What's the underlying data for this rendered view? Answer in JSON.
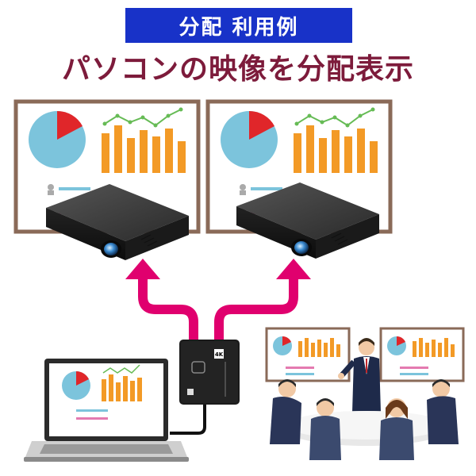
{
  "badge": {
    "label": "分配 利用例"
  },
  "headline": {
    "text": "パソコンの映像を分配表示"
  },
  "device": {
    "badge_text": "4K"
  },
  "colors": {
    "badge_bg": "#1832c8",
    "headline": "#7d1b3b",
    "arrow": "#e0006e",
    "board_frame": "#8a6a58",
    "pie_main": "#7cc4dc",
    "pie_slice": "#e0262a",
    "bars": "#f39a26",
    "trend_line": "#66bb55"
  },
  "icons": {
    "projector": "projector-icon",
    "splitter": "hdmi-splitter-icon",
    "laptop": "laptop-icon",
    "meeting": "meeting-scene-icon"
  }
}
